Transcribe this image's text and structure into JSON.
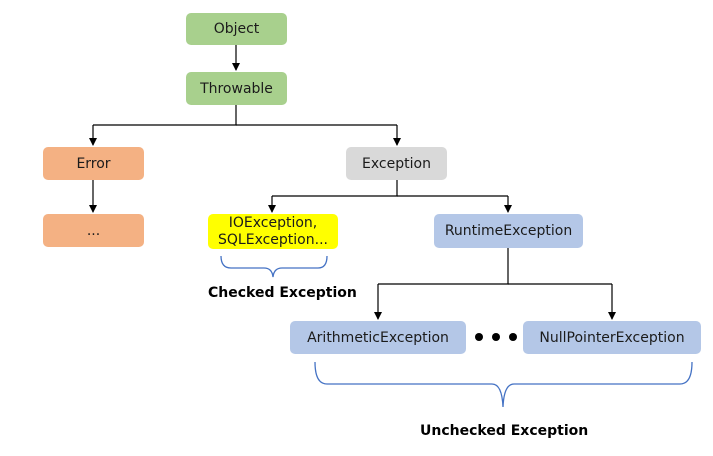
{
  "nodes": {
    "object": "Object",
    "throwable": "Throwable",
    "error": "Error",
    "error_child": "...",
    "exception": "Exception",
    "checked_line1": "IOException,",
    "checked_line2": "SQLException...",
    "runtime": "RuntimeException",
    "arithmetic": "ArithmeticException",
    "nullpointer": "NullPointerException"
  },
  "labels": {
    "checked": "Checked Exception",
    "unchecked": "Unchecked Exception"
  },
  "colors": {
    "green": "#a8d08d",
    "orange": "#f4b183",
    "gray": "#d9d9d9",
    "blue": "#b4c7e7",
    "yellow": "#ffff00",
    "brace": "#4472c4",
    "connector": "#000000"
  }
}
